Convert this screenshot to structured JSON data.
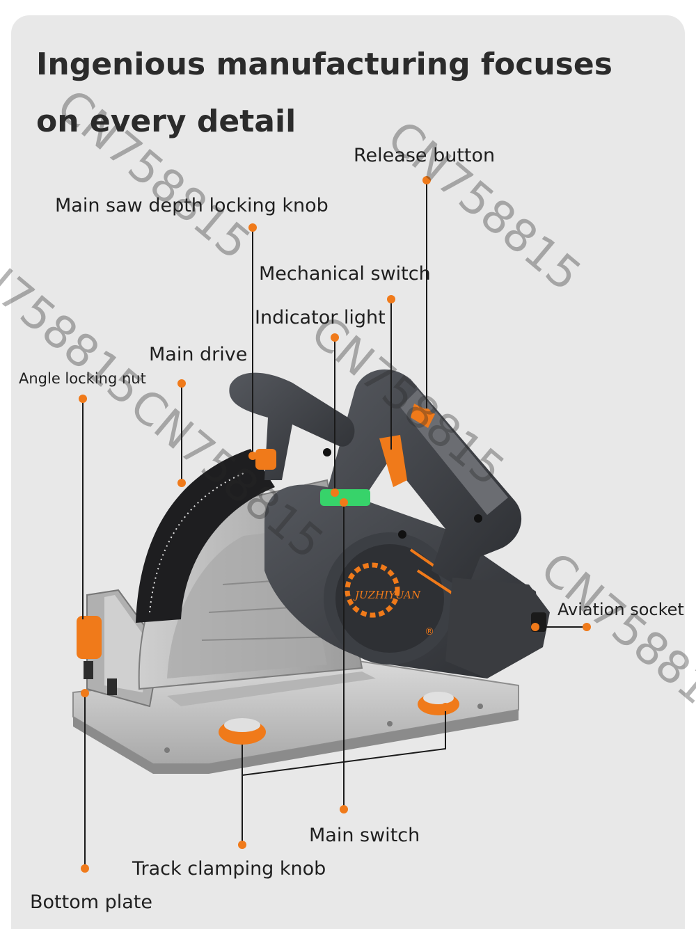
{
  "headline": {
    "line1": "Ingenious manufacturing focuses",
    "line2": "on every detail"
  },
  "callouts": {
    "release_button": "Release button",
    "depth_knob": "Main saw depth locking knob",
    "mechanical_switch": "Mechanical switch",
    "indicator_light": "Indicator light",
    "main_drive": "Main drive",
    "angle_locking_nut": "Angle locking nut",
    "aviation_socket": "Aviation socket",
    "main_switch": "Main switch",
    "track_clamping_knob": "Track clamping knob",
    "bottom_plate": "Bottom plate"
  },
  "product": {
    "brand_text": "JUZHIYUAN",
    "registered_mark": "®"
  },
  "watermark": {
    "text": "CN758815"
  },
  "colors": {
    "background": "#e8e8e8",
    "accent_orange": "#f07a1a",
    "callout_line": "#1a1a1a",
    "tool_body": "#3a3c40",
    "plate_silver": "#c9c9c9",
    "indicator_green": "#37d36a"
  },
  "icons": [
    "callout-dot-icon",
    "brand-gear-logo-icon"
  ]
}
